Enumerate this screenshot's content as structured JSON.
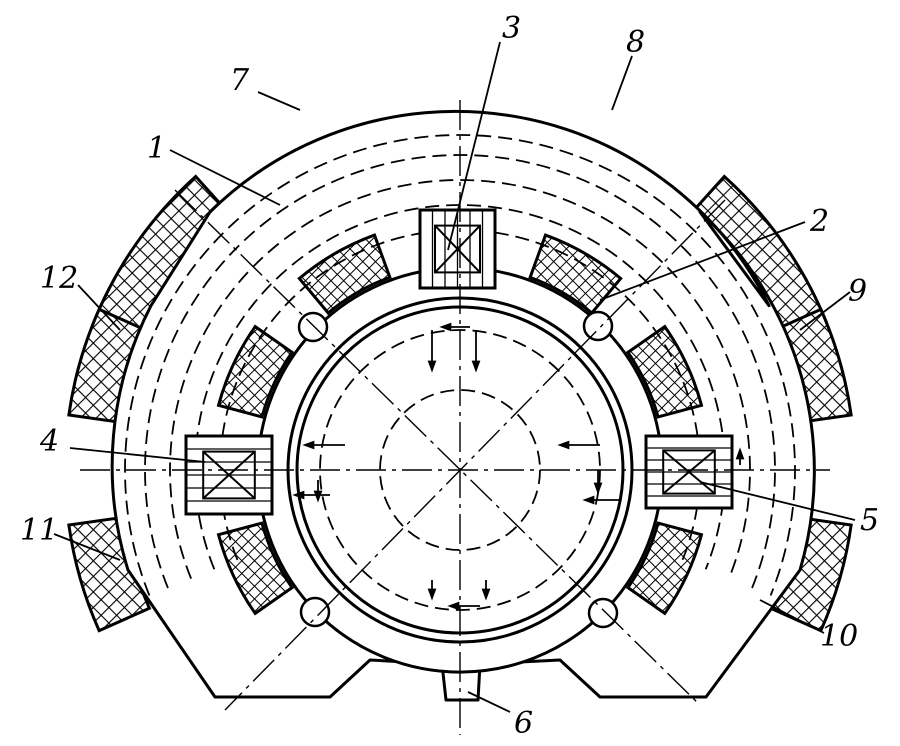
{
  "figure": {
    "callouts": {
      "c1": "1",
      "c2": "2",
      "c3": "3",
      "c4": "4",
      "c5": "5",
      "c6": "6",
      "c7": "7",
      "c8": "8",
      "c9": "9",
      "c10": "10",
      "c11": "11",
      "c12": "12"
    }
  },
  "colors": {
    "ink": "#000000",
    "paper": "#ffffff"
  }
}
